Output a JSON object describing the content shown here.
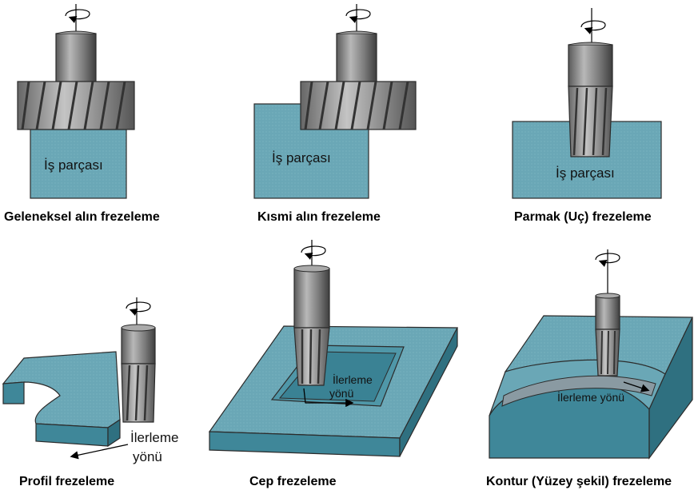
{
  "panels": [
    {
      "caption": "Geleneksel alın frezeleme",
      "workpiece_label": "İş parçası"
    },
    {
      "caption": "Kısmi alın frezeleme",
      "workpiece_label": "İş parçası"
    },
    {
      "caption": "Parmak (Uç) frezeleme",
      "workpiece_label": "İş parçası"
    },
    {
      "caption": "Profil frezeleme",
      "feed_label_line1": "İlerleme",
      "feed_label_line2": "yönü"
    },
    {
      "caption": "Cep frezeleme",
      "feed_label_line1": "İlerleme",
      "feed_label_line2": "yönü"
    },
    {
      "caption": "Kontur (Yüzey şekil) frezeleme",
      "feed_label": "İlerleme yönü"
    }
  ],
  "colors": {
    "workpiece": "#6aa7b6",
    "workpiece_side": "#3f8799",
    "tool": "#8a8a8a",
    "tool_dark": "#4a4a4a"
  }
}
